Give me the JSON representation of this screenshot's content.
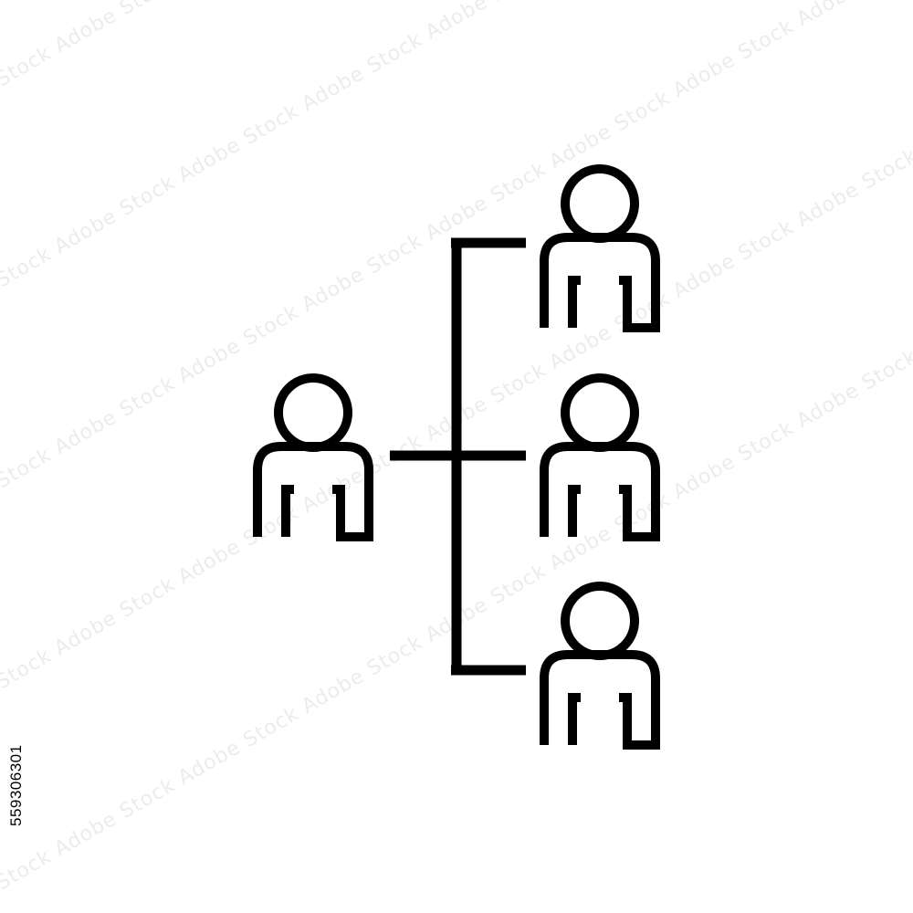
{
  "diagram": {
    "kind": "org-chart-icon",
    "nodes": [
      {
        "id": "parent",
        "type": "person",
        "icon": "person-outline-icon"
      },
      {
        "id": "child-1",
        "type": "person",
        "icon": "person-outline-icon"
      },
      {
        "id": "child-2",
        "type": "person",
        "icon": "person-outline-icon"
      },
      {
        "id": "child-3",
        "type": "person",
        "icon": "person-outline-icon"
      }
    ],
    "edges": [
      {
        "from": "parent",
        "to": "child-1"
      },
      {
        "from": "parent",
        "to": "child-2"
      },
      {
        "from": "parent",
        "to": "child-3"
      }
    ],
    "stroke_color": "#000000",
    "background_color": "#ffffff"
  },
  "watermark": {
    "text": "Adobe Stock",
    "color": "#ececec"
  },
  "side_id": "559306301"
}
